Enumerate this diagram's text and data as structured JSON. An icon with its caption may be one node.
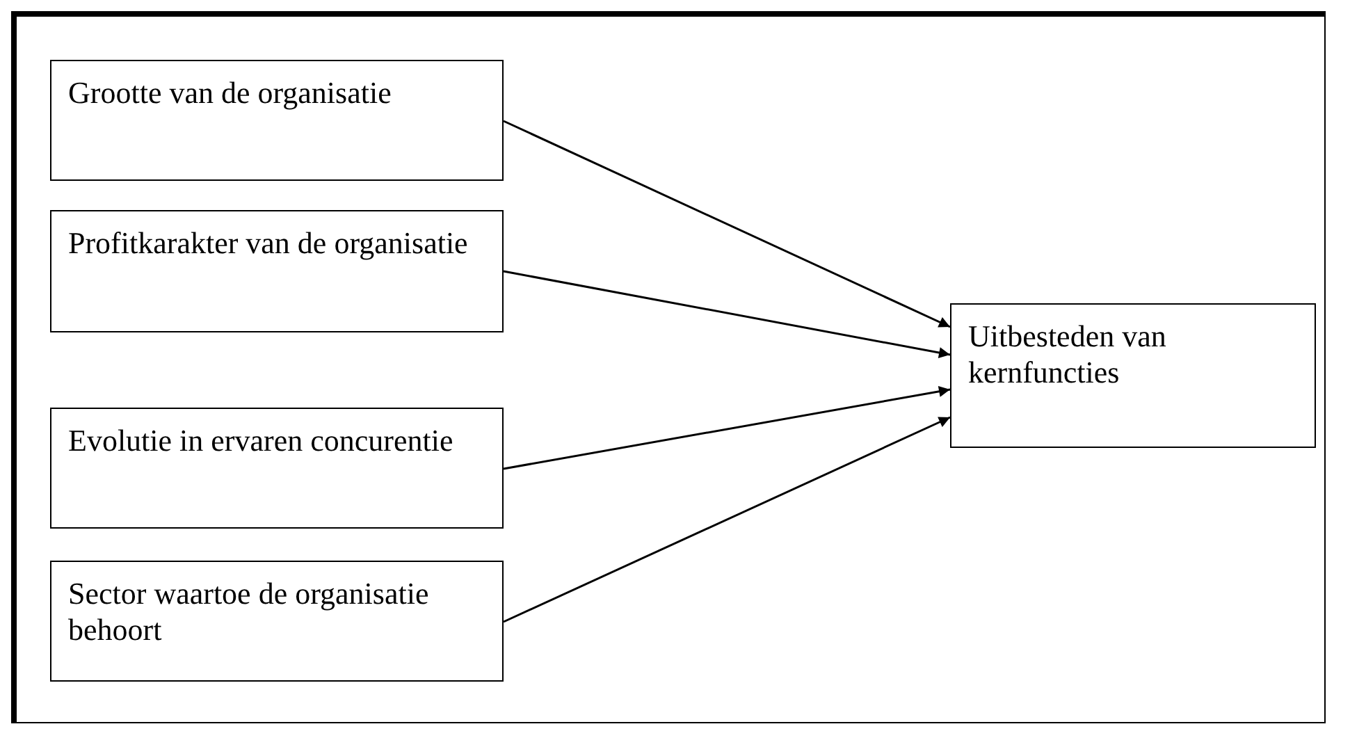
{
  "diagram": {
    "nodes": [
      {
        "text": [
          "Grootte van de organisatie"
        ]
      },
      {
        "text": [
          "Profitkarakter van de organisatie"
        ]
      },
      {
        "text": [
          "Evolutie in ervaren concurentie"
        ]
      },
      {
        "text": [
          "Sector waartoe de organisatie behoort"
        ]
      },
      {
        "text": [
          "Uitbesteden van kernfuncties"
        ]
      }
    ],
    "edges": [
      {
        "from": 0,
        "to": 4,
        "arrow": "to"
      },
      {
        "from": 1,
        "to": 4,
        "arrow": "to"
      },
      {
        "from": 2,
        "to": 4,
        "arrow": "to"
      },
      {
        "from": 3,
        "to": 4,
        "arrow": "to"
      }
    ]
  }
}
